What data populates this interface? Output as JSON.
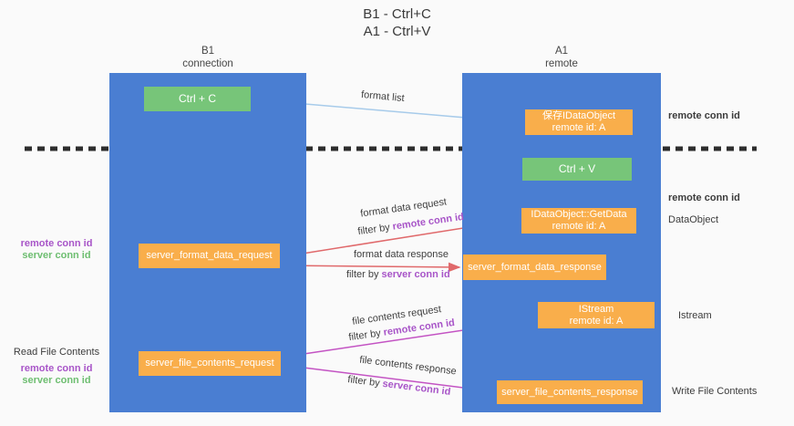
{
  "title": {
    "line1": "B1 - Ctrl+C",
    "line2": "A1 - Ctrl+V"
  },
  "lanes": {
    "left": {
      "name": "B1",
      "sub": "connection"
    },
    "right": {
      "name": "A1",
      "sub": "remote"
    }
  },
  "boxes": {
    "ctrl_c": {
      "label": "Ctrl + C"
    },
    "save_idataobject": {
      "line1": "保存IDataObject",
      "line2": "remote id: A"
    },
    "ctrl_v": {
      "label": "Ctrl + V"
    },
    "getdata": {
      "line1": "IDataObject::GetData",
      "line2": "remote id: A"
    },
    "format_request": {
      "label": "server_format_data_request"
    },
    "format_response": {
      "label": "server_format_data_response"
    },
    "istream": {
      "line1": "IStream",
      "line2": "remote id: A"
    },
    "file_request": {
      "label": "server_file_contents_request"
    },
    "file_response": {
      "label": "server_file_contents_response"
    }
  },
  "edge_labels": {
    "format_list": "format list",
    "format_data_request": "format data request",
    "format_data_response": "format data response",
    "file_contents_request": "file contents request",
    "file_contents_response": "file contents response",
    "filter_by": "filter by",
    "remote_conn_id": "remote conn id",
    "server_conn_id": "server conn id"
  },
  "annotations": {
    "right_remote_conn_top": "remote conn id",
    "right_remote_conn_mid": "remote conn id",
    "right_dataobject": "DataObject",
    "right_istream": "Istream",
    "right_write_file": "Write File Contents",
    "left_remote_conn": "remote conn id",
    "left_server_conn": "server conn id",
    "left_read_file": "Read File Contents"
  },
  "colors": {
    "lane_blue": "#4A7ED2",
    "box_orange": "#F9AE4B",
    "box_green": "#77C579",
    "arrow_lightblue": "#A7CBEA",
    "arrow_red": "#E0696B",
    "arrow_magenta": "#C353C3",
    "arrow_black": "#333333",
    "label_purple": "#A855C8",
    "label_green": "#6EBE71",
    "text_dark": "#3C3C3C",
    "background": "#FAFAFA"
  }
}
